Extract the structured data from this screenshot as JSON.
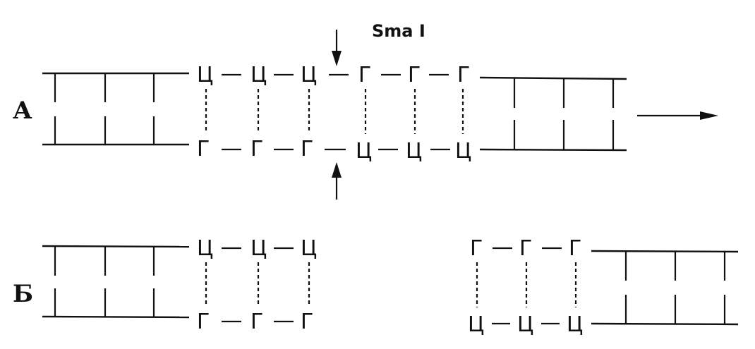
{
  "enzyme_label": "Sma I",
  "panel_a": {
    "label": "А",
    "top_bases": [
      "Ц",
      "Ц",
      "Ц",
      "Г",
      "Г",
      "Г"
    ],
    "bottom_bases": [
      "Г",
      "Г",
      "Г",
      "Ц",
      "Ц",
      "Ц"
    ]
  },
  "panel_b": {
    "label": "Б",
    "left_top_bases": [
      "Ц",
      "Ц",
      "Ц"
    ],
    "left_bottom_bases": [
      "Г",
      "Г",
      "Г"
    ],
    "right_top_bases": [
      "Г",
      "Г",
      "Г"
    ],
    "right_bottom_bases": [
      "Ц",
      "Ц",
      "Ц"
    ]
  }
}
